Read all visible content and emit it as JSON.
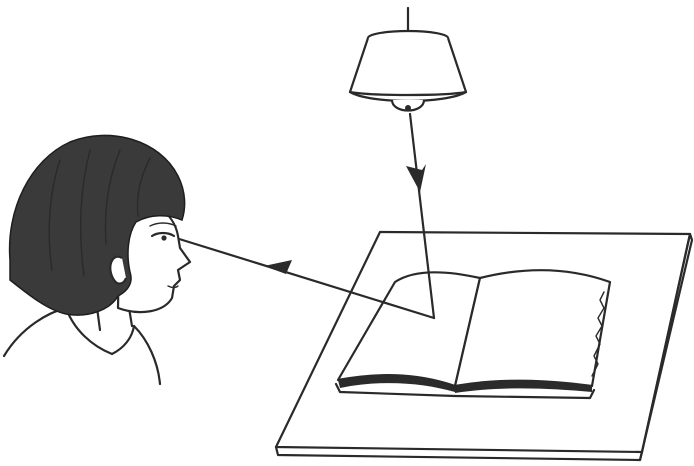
{
  "scene": {
    "objects": [
      "girl",
      "lamp",
      "open-book",
      "table"
    ],
    "light_path": [
      "lamp",
      "book",
      "eye"
    ],
    "colors": {
      "ink": "#2a2a2a",
      "hair": "#3a3a3a",
      "background": "#ffffff"
    }
  }
}
